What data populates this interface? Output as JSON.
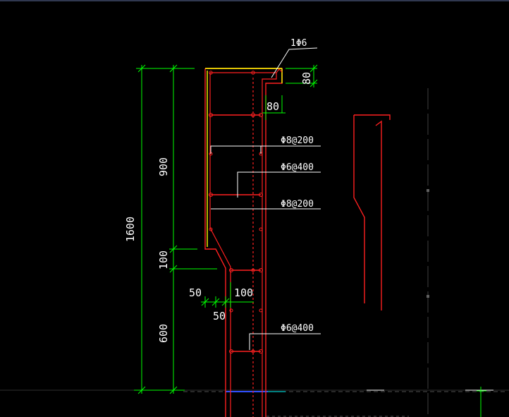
{
  "drawing": {
    "colors": {
      "background": "#000000",
      "outline": "#ff2020",
      "yellow_edge": "#ffff00",
      "dimension": "#00ff00",
      "leader": "#ffffff",
      "cyan": "#00ffff",
      "blue": "#3050ff",
      "grid_line": "#404040"
    },
    "dimensions": {
      "total": "1600",
      "upper": "900",
      "step": "100",
      "lower": "600",
      "top_width": "80",
      "top_height": "80",
      "offset_left": "50",
      "offset_mid": "50",
      "wall_width": "100"
    },
    "rebar_labels": {
      "top_bar": "1Φ6",
      "stirrup_upper": "Φ8@200",
      "tie_upper": "Φ6@400",
      "stirrup_mid": "Φ8@200",
      "tie_lower": "Φ6@400"
    }
  }
}
